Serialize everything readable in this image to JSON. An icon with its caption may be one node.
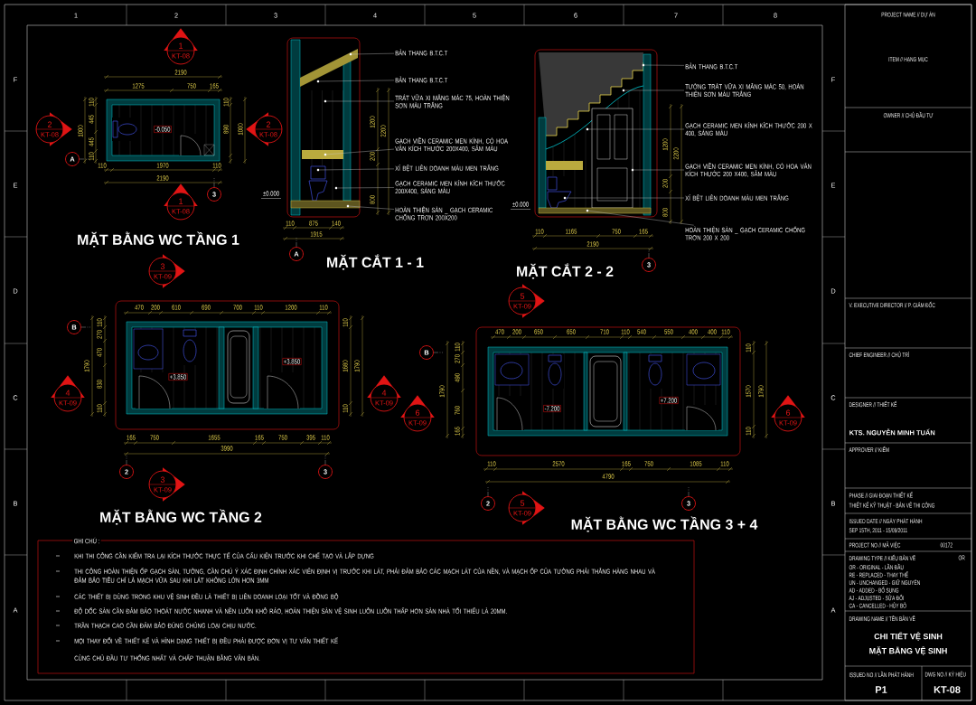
{
  "diagram": {
    "nodes": [
      {
        "text": [
          "1",
          "KT-08"
        ]
      },
      {
        "text": [
          "2",
          "KT-08"
        ]
      },
      {
        "text": [
          "2",
          "KT-08"
        ]
      },
      {
        "text": [
          "1",
          "KT-08"
        ]
      },
      {
        "text": [
          "A"
        ]
      },
      {
        "text": [
          "3"
        ]
      },
      {
        "text": [
          "BẢN THANG B.T.C.T"
        ]
      },
      {
        "text": [
          "BẢN THANG B.T.C.T"
        ]
      },
      {
        "text": [
          "TRÁT VỮA XI MĂNG MÁC 75, HOÀN THIỆN SƠN MÀU TRẮNG"
        ]
      },
      {
        "text": [
          "GẠCH VIỀN CERAMIC MEN KÍNH, CÓ HOA VĂN KÍCH THƯỚC 200X400, SẪM MÀU"
        ]
      },
      {
        "text": [
          "XÍ BỆT LIÊN DOANH MÀU MEN TRẮNG"
        ]
      },
      {
        "text": [
          "GẠCH CERAMIC MEN KÍNH KÍCH THƯỚC 200X400, SÁNG MÀU"
        ]
      },
      {
        "text": [
          "HOÀN THIỆN SÀN _ GẠCH CERAMIC CHỐNG TRƠN 200X200"
        ]
      },
      {
        "text": [
          "A"
        ]
      },
      {
        "text": [
          "BẢN THANG B.T.C.T"
        ]
      },
      {
        "text": [
          "TƯỜNG TRÁT VỮA XI MĂNG MÁC 50, HOÀN THIỆN SƠN MÀU TRẮNG"
        ]
      },
      {
        "text": [
          "GẠCH CERAMIC MEN KÍNH KÍCH THƯỚC 200 X 400, SÁNG MÀU"
        ]
      },
      {
        "text": [
          "GẠCH VIỀN CERAMIC MEN KÍNH, CÓ HOA VĂN KÍCH THƯỚC 200 X400, SẪM MÀU"
        ]
      },
      {
        "text": [
          "XÍ BỆT LIÊN DOANH MÀU MEN TRẮNG"
        ]
      },
      {
        "text": [
          "HOÀN THIỆN SÀN _ GẠCH CERAMIC CHỐNG TRƠN 200 X 200"
        ]
      },
      {
        "text": [
          "3"
        ]
      },
      {
        "text": [
          "3",
          "KT-09"
        ]
      },
      {
        "text": [
          "B"
        ]
      },
      {
        "text": [
          "4",
          "KT-09"
        ]
      },
      {
        "text": [
          "4",
          "KT-09"
        ]
      },
      {
        "text": [
          "2"
        ]
      },
      {
        "text": [
          "3"
        ]
      },
      {
        "text": [
          "3",
          "KT-09"
        ]
      },
      {
        "text": [
          "5",
          "KT-09"
        ]
      },
      {
        "text": [
          "B"
        ]
      },
      {
        "text": [
          "6",
          "KT-09"
        ]
      },
      {
        "text": [
          "6",
          "KT-09"
        ]
      },
      {
        "text": [
          "2"
        ]
      },
      {
        "text": [
          "3"
        ]
      },
      {
        "text": [
          "5",
          "KT-09"
        ]
      },
      {
        "text": [],
        "shape": "circle"
      },
      {
        "text": [],
        "shape": "circle"
      },
      {
        "text": [],
        "shape": "circle"
      },
      {
        "text": [],
        "shape": "circle"
      },
      {
        "text": [],
        "shape": "circle"
      },
      {
        "text": [],
        "shape": "circle"
      },
      {
        "text": [],
        "shape": "circle"
      },
      {
        "text": [],
        "shape": "circle"
      },
      {
        "text": [],
        "shape": "circle"
      },
      {
        "text": [],
        "shape": "circle"
      },
      {
        "text": [],
        "shape": "circle"
      },
      {
        "text": [],
        "shape": "circle"
      },
      {
        "text": [],
        "shape": "circle"
      }
    ],
    "edges": [
      {
        "from": 6,
        "to": 35,
        "arrow": "none"
      },
      {
        "from": 7,
        "to": 36,
        "arrow": "none"
      },
      {
        "from": 8,
        "to": 37,
        "arrow": "none"
      },
      {
        "from": 9,
        "to": 38,
        "arrow": "none"
      },
      {
        "from": 10,
        "to": 39,
        "arrow": "none"
      },
      {
        "from": 11,
        "to": 40,
        "arrow": "none"
      },
      {
        "from": 12,
        "to": 41,
        "arrow": "none"
      },
      {
        "from": 14,
        "to": 42,
        "arrow": "none"
      },
      {
        "from": 15,
        "to": 43,
        "arrow": "none"
      },
      {
        "from": 16,
        "to": 44,
        "arrow": "none"
      },
      {
        "from": 17,
        "to": 45,
        "arrow": "none"
      },
      {
        "from": 18,
        "to": 46,
        "arrow": "none"
      },
      {
        "from": 19,
        "to": 47,
        "arrow": "none"
      }
    ],
    "labels": [
      "1",
      "2",
      "3",
      "4",
      "5",
      "6",
      "7",
      "8",
      "F",
      "F",
      "E",
      "E",
      "D",
      "D",
      "C",
      "C",
      "B",
      "B",
      "A",
      "A",
      "2190",
      "1275",
      "750",
      "165",
      "1000",
      "110",
      "445",
      "445",
      "110",
      "110",
      "890",
      "1000",
      "-0.050",
      "110",
      "1970",
      "110",
      "2190",
      "MẶT BẰNG WC TẦNG 1",
      "1200",
      "200",
      "800",
      "2200",
      "±0.000",
      "110",
      "875",
      "140",
      "1915",
      "MẶT CẮT 1 - 1",
      "±0.000",
      "1200",
      "200",
      "800",
      "2200",
      "110",
      "1165",
      "750",
      "165",
      "2190",
      "MẶT CẮT 2 - 2",
      "470",
      "200",
      "610",
      "690",
      "700",
      "110",
      "1200",
      "110",
      "110",
      "270",
      "470",
      "830",
      "110",
      "1790",
      "110",
      "1680",
      "110",
      "1790",
      "+3.850",
      "+3.850",
      "165",
      "750",
      "1655",
      "165",
      "750",
      "395",
      "110",
      "3990",
      "MẶT BẰNG WC TẦNG 2",
      "470",
      "200",
      "650",
      "650",
      "710",
      "110",
      "540",
      "550",
      "400",
      "400",
      "110",
      "110",
      "270",
      "490",
      "760",
      "165",
      "1790",
      "110",
      "1570",
      "110",
      "1790",
      "-7.200",
      "+7.200",
      "110",
      "2570",
      "165",
      "750",
      "1085",
      "110",
      "4790",
      "MẶT BẰNG WC TẦNG 3 + 4",
      "GHI CHÚ :",
      "KHI THI CÔNG CẦN KIỂM TRA LẠI KÍCH THƯỚC THỰC TẾ CỦA CẤU KIỆN TRƯỚC KHI CHẾ TẠO VÀ LẮP DỰNG",
      "THI CÔNG HOÀN THIỆN ỐP GẠCH SÀN, TƯỜNG, CẦN CHÚ Ý XÁC ĐỊNH CHÍNH XÁC VIÊN ĐỊNH VỊ TRƯỚC KHI LÁT, PHẢI ĐẢM BẢO CÁC MẠCH LÁT CỦA NỀN, VÀ MẠCH ỐP CỦA TƯỜNG PHẢI THẲNG HÀNG NHAU VÀ ĐẢM BẢO TIÊU CHÍ LÀ MẠCH VỮA SAU KHI LÁT KHÔNG LỚN HƠN 3MM",
      "CÁC THIẾT BỊ DÙNG TRONG KHU VỆ SINH ĐỀU LÀ THIẾT BỊ LIÊN DOANH LOẠI TỐT VÀ ĐỒNG BỘ",
      "ĐỘ DỐC SÀN CẦN ĐẢM BẢO THOÁT NƯỚC NHANH VÀ NỀN LUÔN KHÔ RÁO, HOÀN THIỆN SÀN VỆ SINH LUÔN LUÔN THẤP HƠN SÀN NHÀ TỐI THIỂU LÀ 20MM.",
      "TRẦN THẠCH CAO CẦN ĐẢM BẢO ĐÚNG CHỦNG LOẠI CHỊU NƯỚC.",
      "MỌI THAY ĐỔI VỀ THIẾT KẾ VÀ HÌNH DẠNG THIẾT BỊ ĐỀU PHẢI ĐƯỢC ĐƠN VỊ TƯ VẤN THIẾT KẾ",
      "CÙNG CHỦ ĐẦU TƯ THỐNG NHẤT VÀ CHẤP THUẬN BẰNG VĂN BẢN.",
      "PROJECT NAME // DỰ ÁN",
      "ITEM // HẠNG MỤC",
      "OWNER // CHỦ ĐẦU TƯ",
      "V. EXECUTIVE DIRECTOR // P. GIÁM ĐỐC",
      "CHIEF ENGINEER // CHỦ TRÌ",
      "DESIGNER // THIẾT KẾ",
      "KTS. NGUYỄN MINH TUẤN",
      "APPROVER // KIỂM",
      "PHASE // GIAI ĐOẠN THIẾT KẾ",
      "THIẾT KẾ KỸ THUẬT - BẢN VẼ THI CÔNG",
      "ISSUED DATE // NGÀY PHÁT HÀNH",
      "SEP 15TH, 2011 - 15/09/2011",
      "PROJECT NO // MÃ VIỆC",
      "00172",
      "DRAWING TYPE // KIỂU BẢN VẼ",
      "OR",
      "OR - ORIGINAL - LẦN ĐẦU",
      "RE - REPLACED - THAY THẾ",
      "UN - UNCHANGED - GIỮ NGUYÊN",
      "AD - ADDED - BỔ SUNG",
      "AJ - ADJUSTED - SỬA ĐỔI",
      "CA - CANCELLED - HỦY BỎ",
      "DRAWING NAME // TÊN BẢN VẼ",
      "CHI TIẾT VỆ SINH",
      "MẶT BẰNG VỆ SINH",
      "ISSUED NO // LẦN PHÁT HÀNH",
      "P1",
      "DWG NO // KÝ HIỆU",
      "KT-08"
    ]
  }
}
